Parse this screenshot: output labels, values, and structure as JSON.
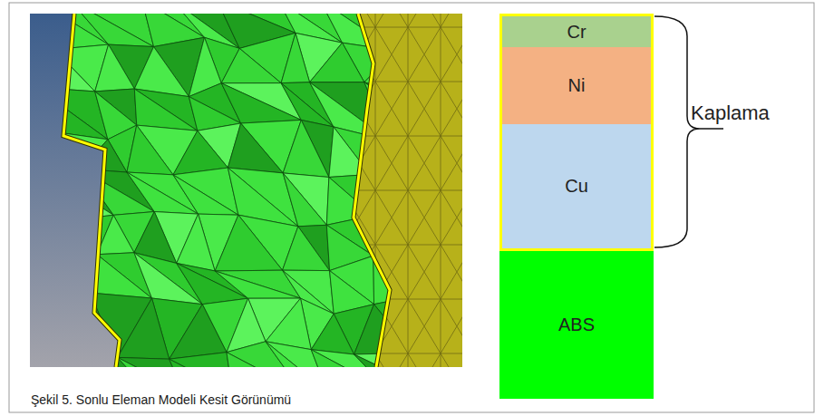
{
  "diagram": {
    "caption": "Şekil 5. Sonlu Eleman Modeli Kesit Görünümü",
    "nodes": [
      {
        "text": [
          "Kaplama"
        ]
      },
      {
        "text": [
          "Cr"
        ],
        "in": 0
      },
      {
        "text": [
          "Ni"
        ],
        "in": 0
      },
      {
        "text": [
          "Cu"
        ],
        "in": 0
      },
      {
        "text": [
          "ABS"
        ]
      }
    ]
  }
}
